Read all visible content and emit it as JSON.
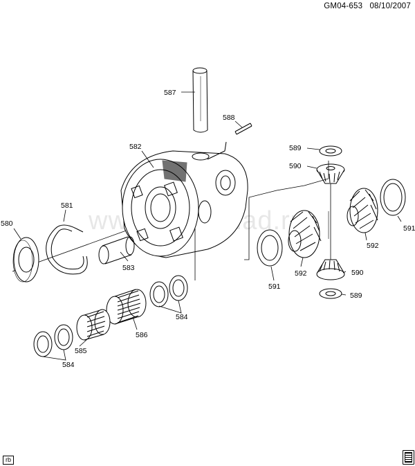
{
  "header": {
    "code": "GM04-653",
    "date": "08/10/2007"
  },
  "watermark": "www.autosklad.ru",
  "footer": {
    "tag": "rb"
  },
  "callouts": [
    {
      "id": "c587",
      "text": "587"
    },
    {
      "id": "c588",
      "text": "588"
    },
    {
      "id": "c582",
      "text": "582"
    },
    {
      "id": "c589a",
      "text": "589"
    },
    {
      "id": "c590a",
      "text": "590"
    },
    {
      "id": "c581",
      "text": "581"
    },
    {
      "id": "c580",
      "text": "580"
    },
    {
      "id": "c583",
      "text": "583"
    },
    {
      "id": "c591a",
      "text": "591"
    },
    {
      "id": "c592a",
      "text": "592"
    },
    {
      "id": "c591b",
      "text": "591"
    },
    {
      "id": "c592b",
      "text": "592"
    },
    {
      "id": "c590b",
      "text": "590"
    },
    {
      "id": "c589b",
      "text": "589"
    },
    {
      "id": "c584a",
      "text": "584"
    },
    {
      "id": "c586",
      "text": "586"
    },
    {
      "id": "c585",
      "text": "585"
    },
    {
      "id": "c584b",
      "text": "584"
    }
  ]
}
